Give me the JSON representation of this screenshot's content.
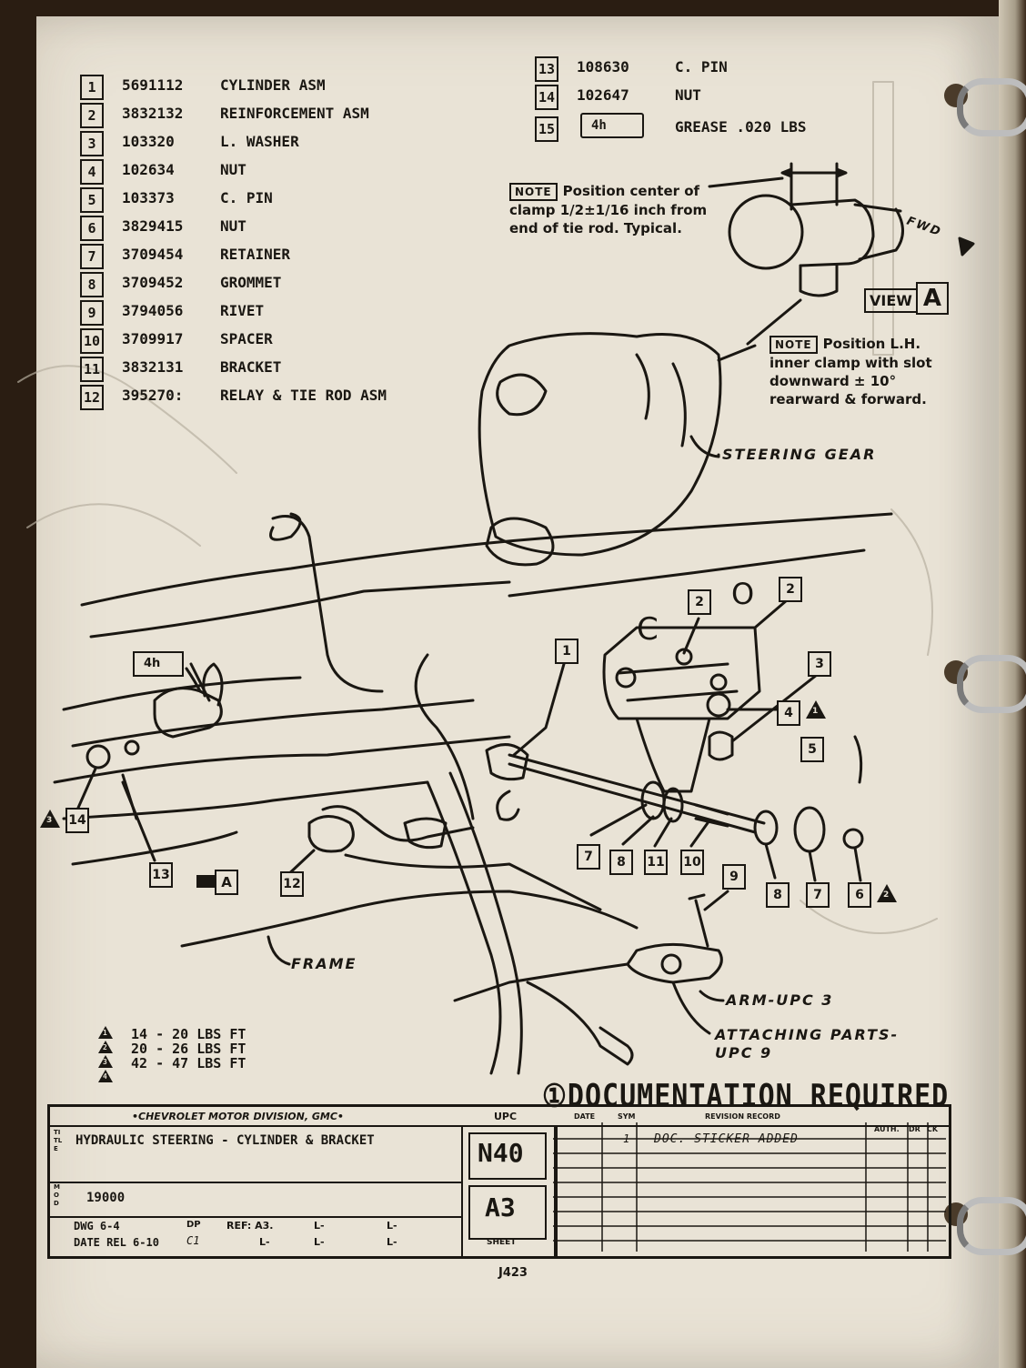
{
  "parts_list": [
    {
      "no": "1",
      "part_number": "5691112",
      "description": "CYLINDER ASM"
    },
    {
      "no": "2",
      "part_number": "3832132",
      "description": "REINFORCEMENT ASM"
    },
    {
      "no": "3",
      "part_number": "103320",
      "description": "L. WASHER"
    },
    {
      "no": "4",
      "part_number": "102634",
      "description": "NUT"
    },
    {
      "no": "5",
      "part_number": "103373",
      "description": "C. PIN"
    },
    {
      "no": "6",
      "part_number": "3829415",
      "description": "NUT"
    },
    {
      "no": "7",
      "part_number": "3709454",
      "description": "RETAINER"
    },
    {
      "no": "8",
      "part_number": "3709452",
      "description": "GROMMET"
    },
    {
      "no": "9",
      "part_number": "3794056",
      "description": "RIVET"
    },
    {
      "no": "10",
      "part_number": "3709917",
      "description": "SPACER"
    },
    {
      "no": "11",
      "part_number": "3832131",
      "description": "BRACKET"
    },
    {
      "no": "12",
      "part_number": "395270:",
      "description": "RELAY & TIE ROD ASM"
    },
    {
      "no": "13",
      "part_number": "108630",
      "description": "C. PIN"
    },
    {
      "no": "14",
      "part_number": "102647",
      "description": "NUT"
    },
    {
      "no": "15",
      "part_number": "4h",
      "description": "GREASE .020 LBS"
    }
  ],
  "notes": {
    "tag": "NOTE",
    "clamp_position": "Position center of clamp 1/2±1/16 inch from end of tie rod. Typical.",
    "inner_clamp": "Position L.H. inner clamp with slot downward ± 10° rearward & forward."
  },
  "labels": {
    "fwd": "FWD",
    "view": "VIEW",
    "view_letter": "A",
    "steering_gear": "STEERING GEAR",
    "frame": "FRAME",
    "arm": "ARM-UPC 3",
    "attaching_parts": "ATTACHING PARTS- UPC 9",
    "grease_callout": "4h",
    "view_callout": "A",
    "c_mark": "C",
    "o_mark": "O"
  },
  "callouts": [
    {
      "id": "c2a",
      "text": "2"
    },
    {
      "id": "c2b",
      "text": "2"
    },
    {
      "id": "c1",
      "text": "1"
    },
    {
      "id": "c3",
      "text": "3"
    },
    {
      "id": "c4",
      "text": "4"
    },
    {
      "id": "c5",
      "text": "5"
    },
    {
      "id": "c14",
      "text": "14"
    },
    {
      "id": "c13",
      "text": "13"
    },
    {
      "id": "c12",
      "text": "12"
    },
    {
      "id": "c7a",
      "text": "7"
    },
    {
      "id": "c8a",
      "text": "8"
    },
    {
      "id": "c11",
      "text": "11"
    },
    {
      "id": "c10",
      "text": "10"
    },
    {
      "id": "c9",
      "text": "9"
    },
    {
      "id": "c8b",
      "text": "8"
    },
    {
      "id": "c7b",
      "text": "7"
    },
    {
      "id": "c6",
      "text": "6"
    }
  ],
  "torque_specs": [
    {
      "mark": "1",
      "value": "14 - 20  LBS FT"
    },
    {
      "mark": "2",
      "value": "20 - 26  LBS FT"
    },
    {
      "mark": "3",
      "value": "42 - 47  LBS FT"
    },
    {
      "mark": "4",
      "value": ""
    }
  ],
  "documentation_required": "①DOCUMENTATION  REQUIRED",
  "title_block": {
    "division": "•CHEVROLET MOTOR DIVISION, GMC•",
    "title_label": "TITLE",
    "title": "HYDRAULIC STEERING - CYLINDER & BRACKET",
    "mod_label": "MOD",
    "model": "19000",
    "dwg": "DWG 6-4",
    "date": "DATE REL 6-10",
    "dp_label": "DP",
    "dp_value": "C1",
    "ref": "REF: A3.",
    "ref_marks": [
      "L-",
      "L-",
      "L-",
      "L-",
      "L-"
    ],
    "upc_label": "UPC",
    "upc": "N40",
    "sheet_code": "A3",
    "sheet_label": "SHEET",
    "col_date": "DATE",
    "col_sym": "SYM",
    "col_revision": "REVISION RECORD",
    "col_auth": "AUTH.",
    "col_dr": "DR",
    "col_ck": "CK",
    "revision_sym": "1",
    "revision_entry": "DOC. STICKER ADDED"
  },
  "page_id": "J423"
}
